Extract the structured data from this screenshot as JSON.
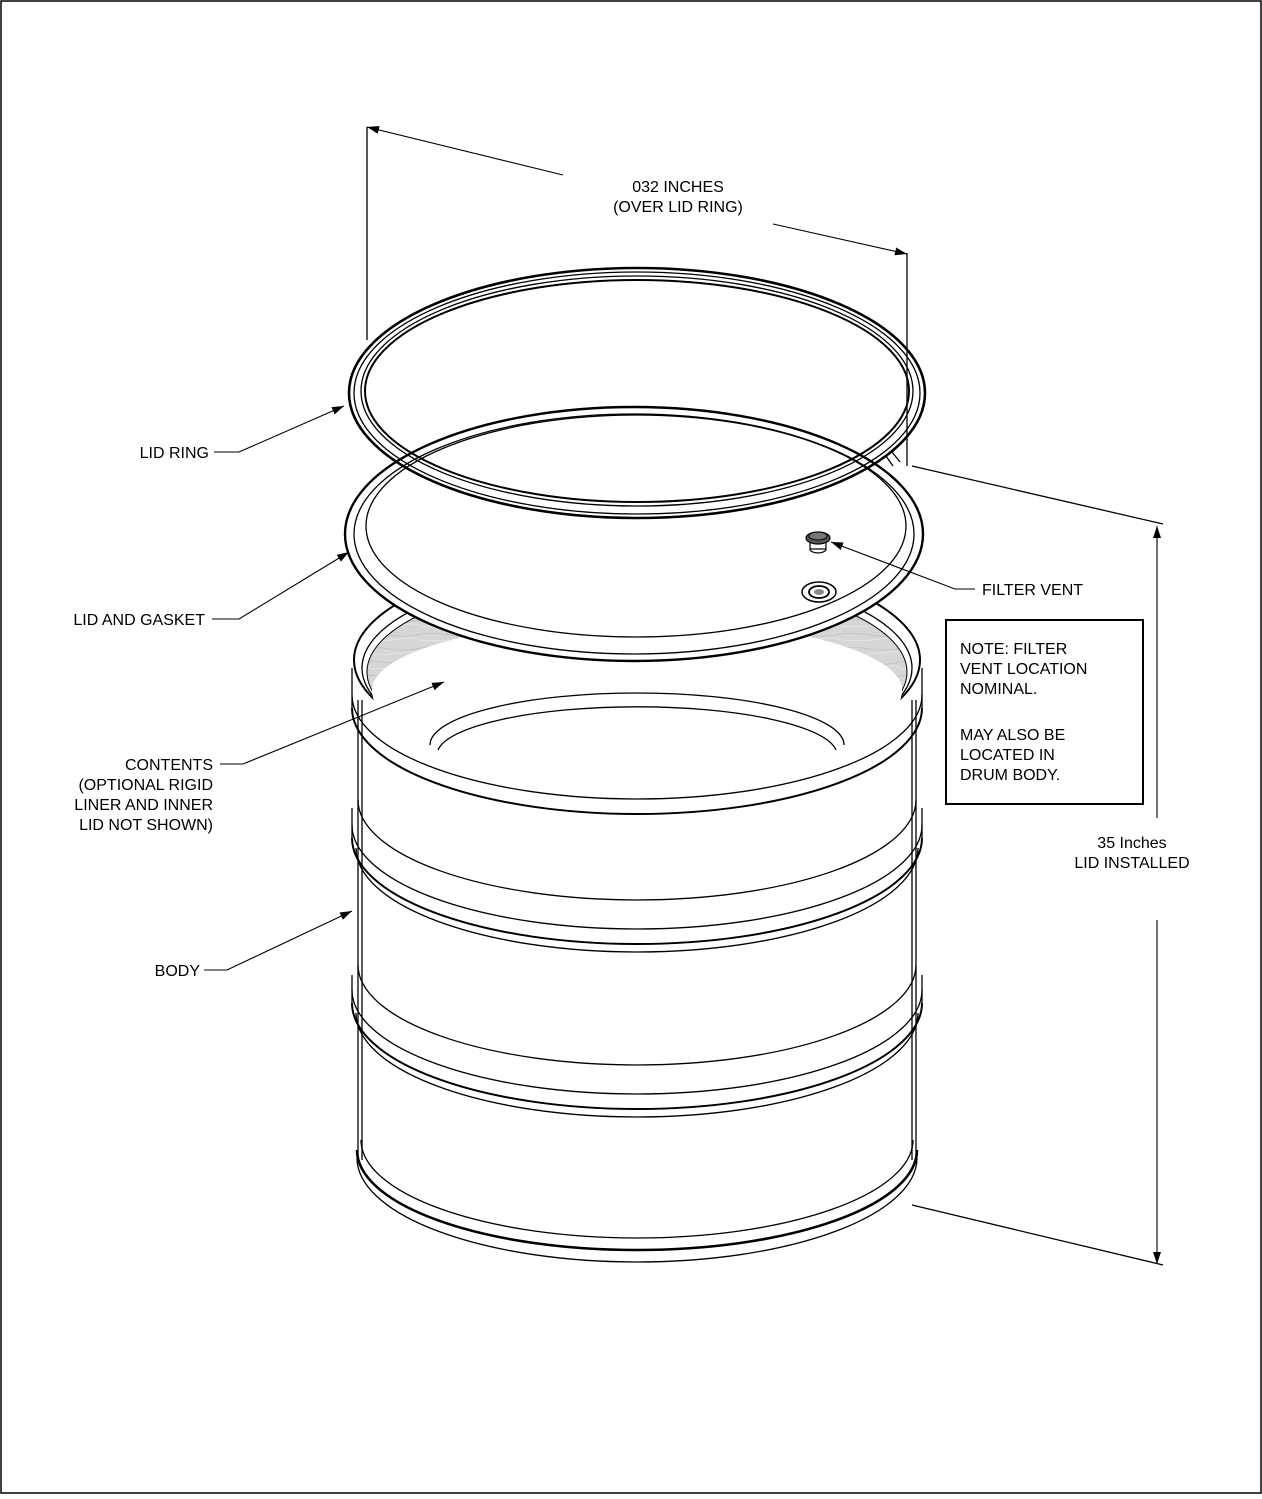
{
  "dimensions": {
    "diameter": {
      "line1": "032 INCHES",
      "line2": "(OVER LID RING)"
    },
    "height": {
      "line1": "35 Inches",
      "line2": "LID INSTALLED"
    }
  },
  "labels": {
    "lid_ring": "LID RING",
    "lid_gasket": "LID AND GASKET",
    "filter_vent": "FILTER VENT",
    "contents": {
      "line1": "CONTENTS",
      "line2": "(OPTIONAL RIGID",
      "line3": "LINER AND INNER",
      "line4": "LID NOT SHOWN)"
    },
    "body": "BODY"
  },
  "note": {
    "line1": "NOTE: FILTER",
    "line2": "VENT LOCATION",
    "line3": "NOMINAL.",
    "line4": "MAY ALSO BE",
    "line5": "LOCATED IN",
    "line6": "DRUM BODY."
  }
}
